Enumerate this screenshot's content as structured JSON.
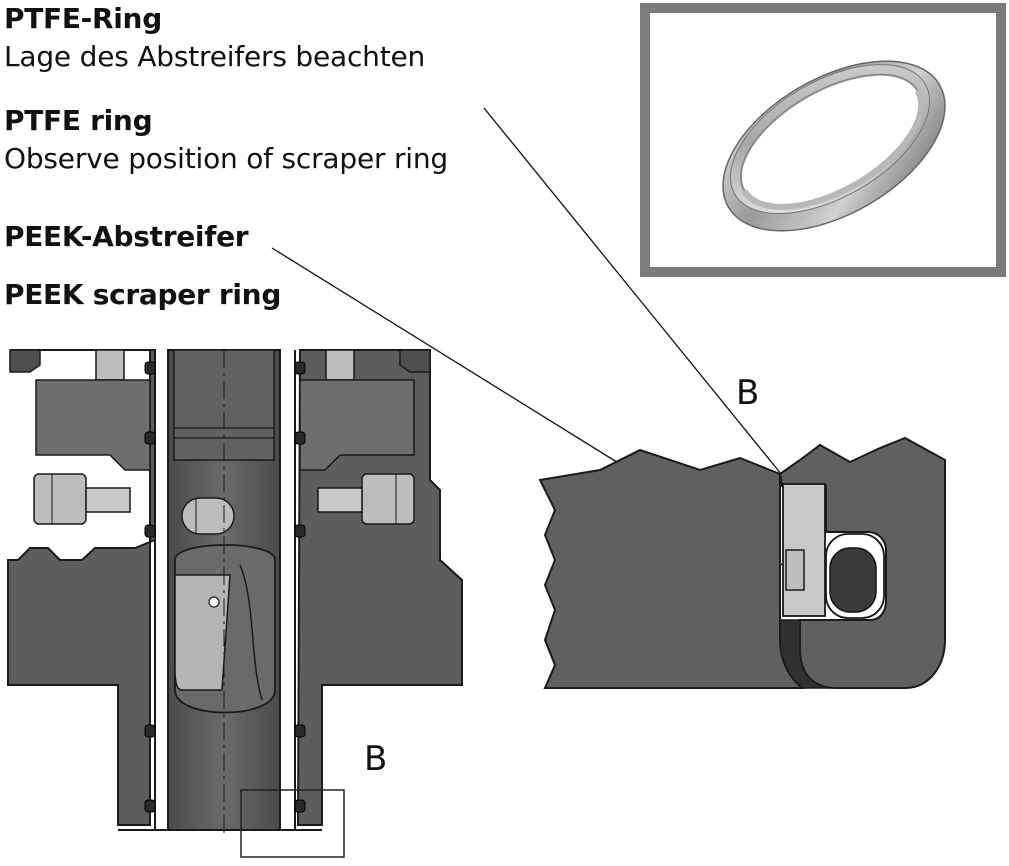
{
  "labels": {
    "ptfe_de_title": "PTFE-Ring",
    "ptfe_de_desc": "Lage des Abstreifers beachten",
    "ptfe_en_title": "PTFE ring",
    "ptfe_en_desc": "Observe position of scraper ring",
    "peek_de": "PEEK-Abstreifer",
    "peek_en": "PEEK scraper ring"
  },
  "detail": {
    "marker_letter": "B",
    "detail_letter": "B"
  },
  "colors": {
    "body_dark": "#5a5a5c",
    "body_mid": "#6e6e70",
    "highlight": "#c9c9c9",
    "frame_gray": "#7b7b7b",
    "outline": "#1a1a1a"
  }
}
